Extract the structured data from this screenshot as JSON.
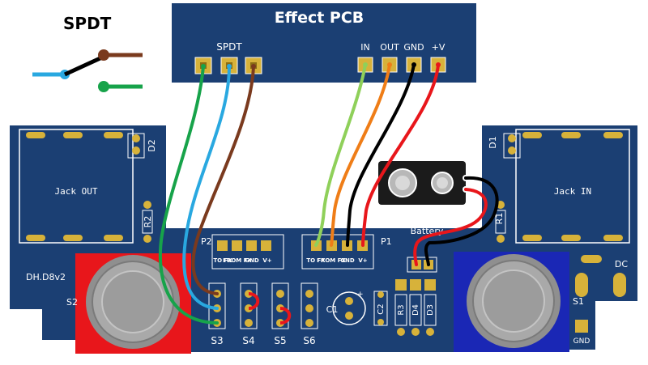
{
  "legend": {
    "title": "SPDT"
  },
  "effect_pcb": {
    "title": "Effect PCB",
    "spdt_label": "SPDT",
    "pins": [
      "IN",
      "OUT",
      "GND",
      "+V"
    ]
  },
  "main_pcb": {
    "jack_out": "Jack OUT",
    "jack_in": "Jack IN",
    "d1": "D1",
    "d2": "D2",
    "r1": "R1",
    "r2": "R2",
    "board_id": "DH.D8v2",
    "p1": "P1",
    "p2": "P2",
    "battery": "Battery",
    "dc": "DC",
    "s1": "S1",
    "s2": "S2",
    "s3": "S3",
    "s4": "S4",
    "s5": "S5",
    "s6": "S6",
    "c1": "C1",
    "c2": "C2",
    "r3": "R3",
    "d3": "D3",
    "d4": "D4",
    "gnd": "GND",
    "header_labels": [
      "TO FX",
      "FROM FX",
      "GND",
      "V+"
    ]
  },
  "colors": {
    "pcb": "#1b3f73",
    "pcb_dark": "#163562",
    "pad": "#d7b23a",
    "spdt_common": "#000000",
    "spdt_green": "#17a34a",
    "spdt_blue": "#29a8e0",
    "spdt_brown": "#7a3a1e",
    "wire_in": "#8fd05a",
    "wire_out": "#ef7d17",
    "wire_gnd": "#000000",
    "wire_v": "#e8161b",
    "footswitch_left_bg": "#e8161b",
    "footswitch_right_bg": "#1a27b5"
  }
}
